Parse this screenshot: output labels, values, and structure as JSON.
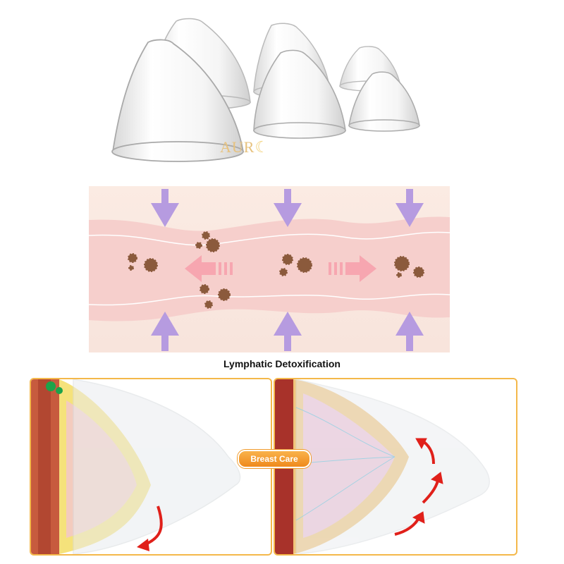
{
  "logo": {
    "text": "AUR"
  },
  "diagram": {
    "caption": "Lymphatic Detoxification"
  },
  "badge": {
    "label": "Breast Care"
  },
  "colors": {
    "panel_border": "#f4b84a",
    "arrow_purple": "#b69be0",
    "arrow_pink": "#f7a6b0",
    "red_arrow": "#e0201a",
    "toxin_brown": "#8b5a3c"
  }
}
